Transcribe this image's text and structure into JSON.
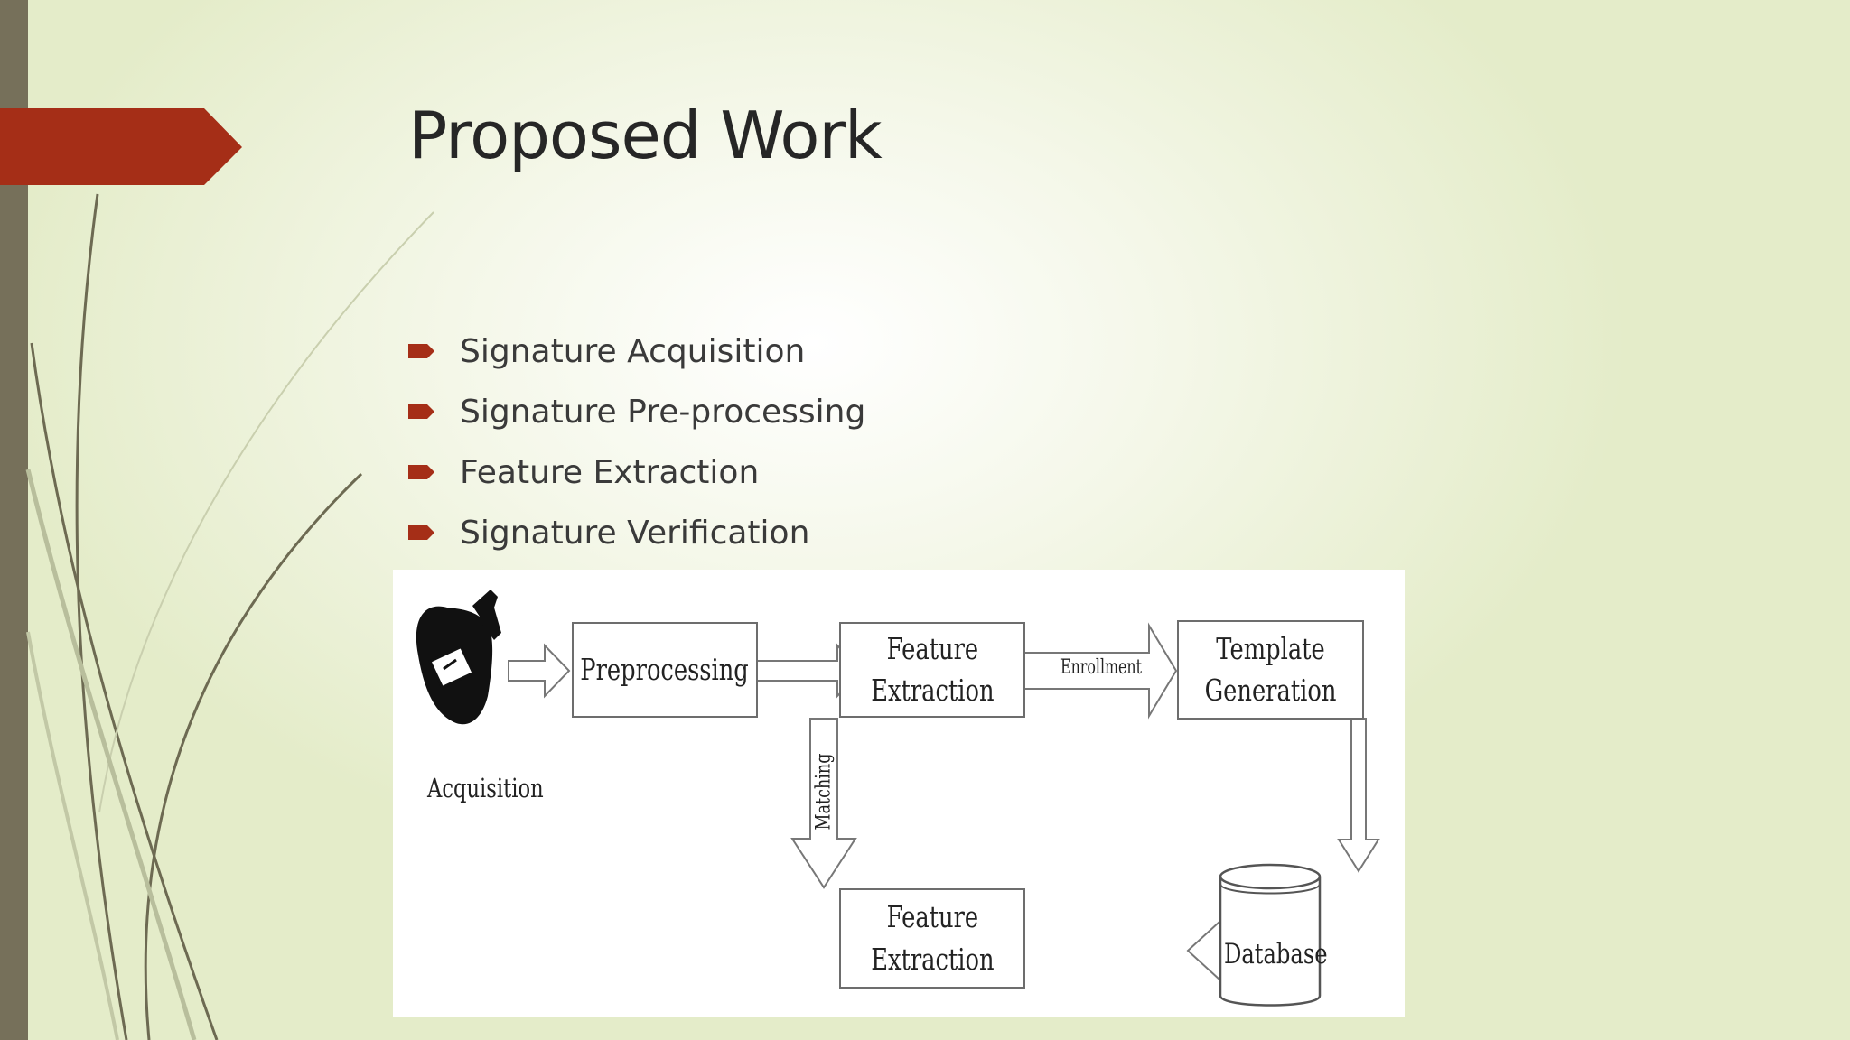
{
  "slide": {
    "title": "Proposed Work",
    "accent_color": "#a52e17",
    "left_bar_color": "#76705a"
  },
  "bullets": [
    {
      "text": "Signature Acquisition",
      "icon": "arrow-bullet-icon"
    },
    {
      "text": "Signature Pre-processing",
      "icon": "arrow-bullet-icon"
    },
    {
      "text": "Feature Extraction",
      "icon": "arrow-bullet-icon"
    },
    {
      "text": "Signature Verification",
      "icon": "arrow-bullet-icon"
    }
  ],
  "diagram": {
    "acquisition_label": "Acquisition",
    "acquisition_icon": "signature-pad-icon",
    "nodes": {
      "preprocessing": [
        "Preprocessing"
      ],
      "feature_extraction_top": [
        "Feature",
        "Extraction"
      ],
      "template_generation": [
        "Template",
        "Generation"
      ],
      "feature_extraction_bottom": [
        "Feature",
        "Extraction"
      ]
    },
    "database_label": "Database",
    "edge_labels": {
      "enrollment": "Enrollment",
      "matching": "Matching"
    }
  }
}
